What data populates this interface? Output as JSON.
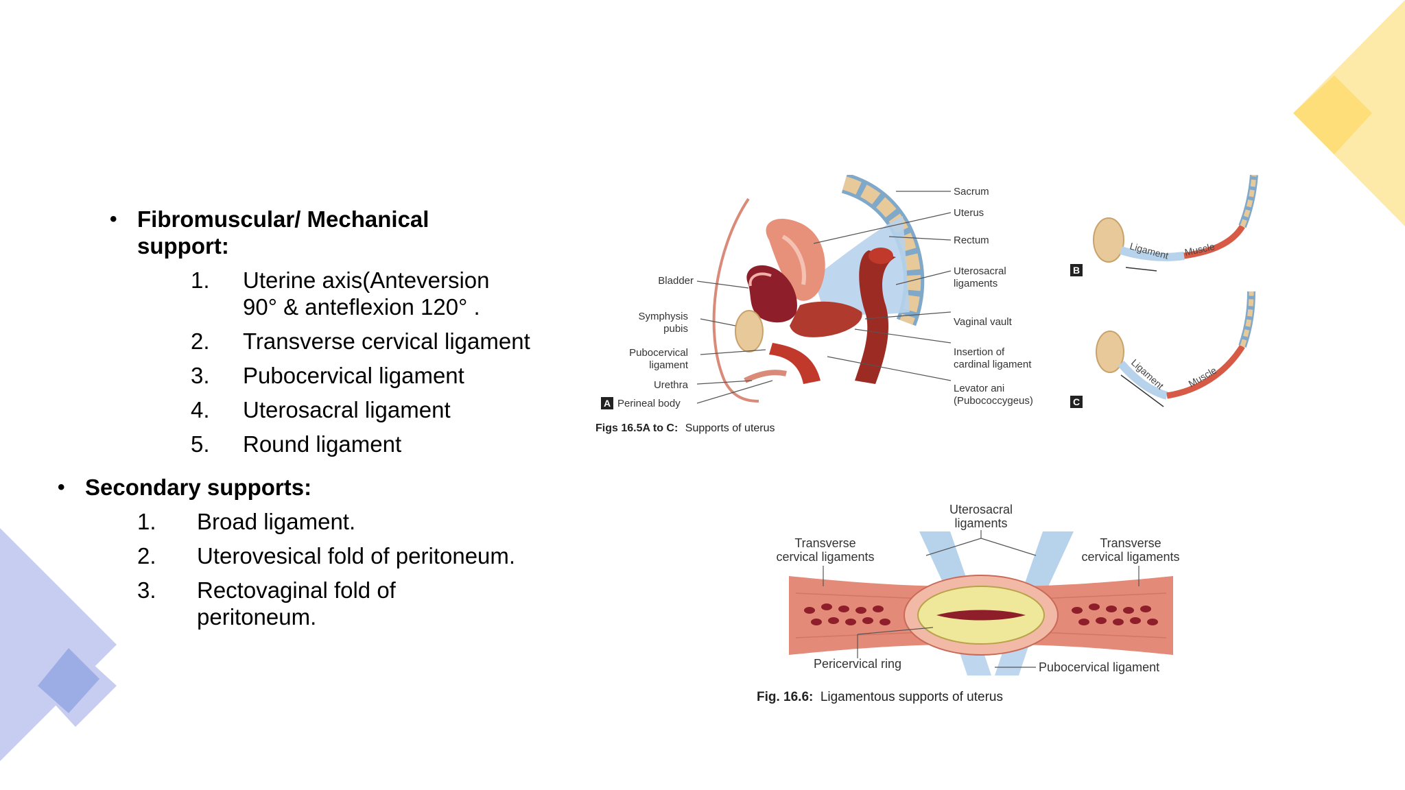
{
  "content": {
    "primary": {
      "heading": "Fibromuscular/ Mechanical support:",
      "items": [
        {
          "num": "1.",
          "text": "Uterine axis(Anteversion 90° & anteflexion 120° ."
        },
        {
          "num": "2.",
          "text": "Transverse cervical ligament"
        },
        {
          "num": "3.",
          "text": "Pubocervical ligament"
        },
        {
          "num": "4.",
          "text": "Uterosacral ligament"
        },
        {
          "num": "5.",
          "text": "Round ligament"
        }
      ]
    },
    "secondary": {
      "heading": "Secondary supports:",
      "items": [
        {
          "num": "1.",
          "text": "Broad ligament."
        },
        {
          "num": "2.",
          "text": "Uterovesical fold of peritoneum."
        },
        {
          "num": "3.",
          "text": "Rectovaginal fold of peritoneum."
        }
      ]
    }
  },
  "figure_a": {
    "labels_left": {
      "bladder": "Bladder",
      "symphysis_1": "Symphysis",
      "symphysis_2": "pubis",
      "pubocervical_1": "Pubocervical",
      "pubocervical_2": "ligament",
      "urethra": "Urethra",
      "perineal": "Perineal body"
    },
    "labels_right": {
      "sacrum": "Sacrum",
      "uterus": "Uterus",
      "rectum": "Rectum",
      "uterosacral_1": "Uterosacral",
      "uterosacral_2": "ligaments",
      "vaginal_vault": "Vaginal vault",
      "insertion_1": "Insertion of",
      "insertion_2": "cardinal ligament",
      "levator_1": "Levator ani",
      "levator_2": "(Pubococcygeus)"
    },
    "panel_letters": {
      "a": "A",
      "b": "B",
      "c": "C"
    },
    "inset_labels": {
      "ligament": "Ligament",
      "muscle": "Muscle"
    },
    "caption_bold": "Figs 16.5A to C:",
    "caption_text": "Supports of uterus"
  },
  "figure_b": {
    "uterosacral_1": "Uterosacral",
    "uterosacral_2": "ligaments",
    "tcl_left_1": "Transverse",
    "tcl_left_2": "cervical ligaments",
    "tcl_right_1": "Transverse",
    "tcl_right_2": "cervical ligaments",
    "pericervical": "Pericervical ring",
    "pubocervical": "Pubocervical ligament",
    "caption_bold": "Fig. 16.6:",
    "caption_text": "Ligamentous supports of uterus"
  },
  "colors": {
    "deco_yellow": "#fde9a8",
    "deco_yellow_dark": "#fcd96a",
    "deco_blue": "#c6cdf0",
    "deco_blue_dark": "#94a6e2",
    "tissue_pink": "#e8917a",
    "tissue_red": "#b03a2e",
    "ligament_blue": "#b7d3ec",
    "bone_tan": "#e8c99a"
  }
}
